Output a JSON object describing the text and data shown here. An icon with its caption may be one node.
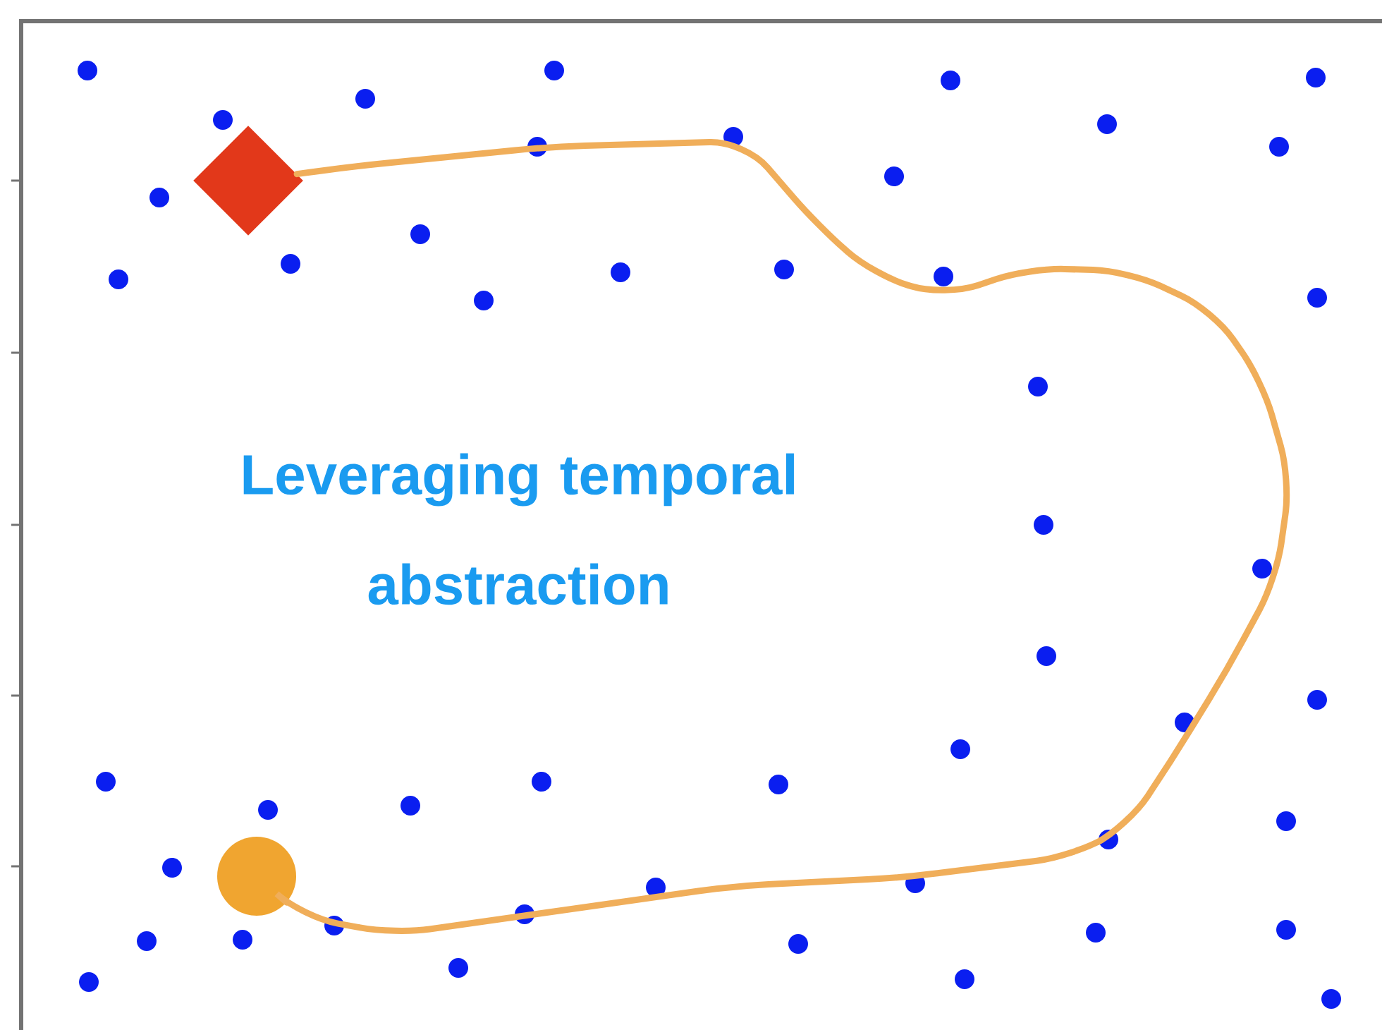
{
  "diagram": {
    "nodes": [
      {
        "text": [],
        "shape": "diamond"
      },
      {
        "text": [],
        "shape": "circle"
      }
    ],
    "edges": [
      {
        "from": 1,
        "to": 0,
        "arrow": "none"
      }
    ],
    "labels": [
      "Leveraging temporal abstraction"
    ]
  }
}
